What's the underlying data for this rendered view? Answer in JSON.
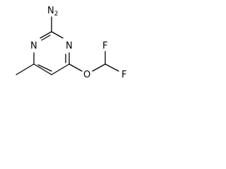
{
  "molecule": {
    "atoms": {
      "amine": {
        "symbol": "N",
        "hydrogens": "2"
      },
      "ring_n_left": {
        "symbol": "N"
      },
      "ring_n_right": {
        "symbol": "N"
      },
      "ether_o": {
        "symbol": "O"
      },
      "fluorine_top": {
        "symbol": "F"
      },
      "fluorine_bottom": {
        "symbol": "F"
      }
    }
  }
}
